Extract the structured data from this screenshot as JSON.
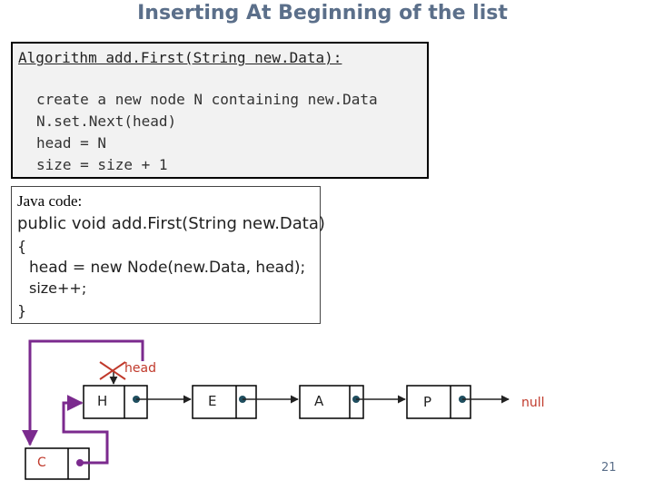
{
  "title": "Inserting At Beginning of the list",
  "algorithm": {
    "header": "Algorithm add.First(String new.Data):",
    "lines": [
      "create a new node N containing new.Data",
      "N.set.Next(head)",
      "head = N",
      "size = size + 1"
    ]
  },
  "java": {
    "label": "Java code:",
    "signature": "public void add.First(String new.Data)",
    "open_brace": "{",
    "body": [
      "head = new Node(new.Data, head);",
      "size++;"
    ],
    "close_brace": "}"
  },
  "diagram": {
    "head_label": "head",
    "nodes": [
      "H",
      "E",
      "A",
      "P"
    ],
    "new_node": "C",
    "null_label": "null",
    "colors": {
      "head_label": "#c0392b",
      "new_node_label": "#c0392b",
      "null_label": "#c0392b",
      "pointer": "#7b2a8e",
      "cross": "#c0392b",
      "text": "#222222"
    }
  },
  "slide_number": "21"
}
